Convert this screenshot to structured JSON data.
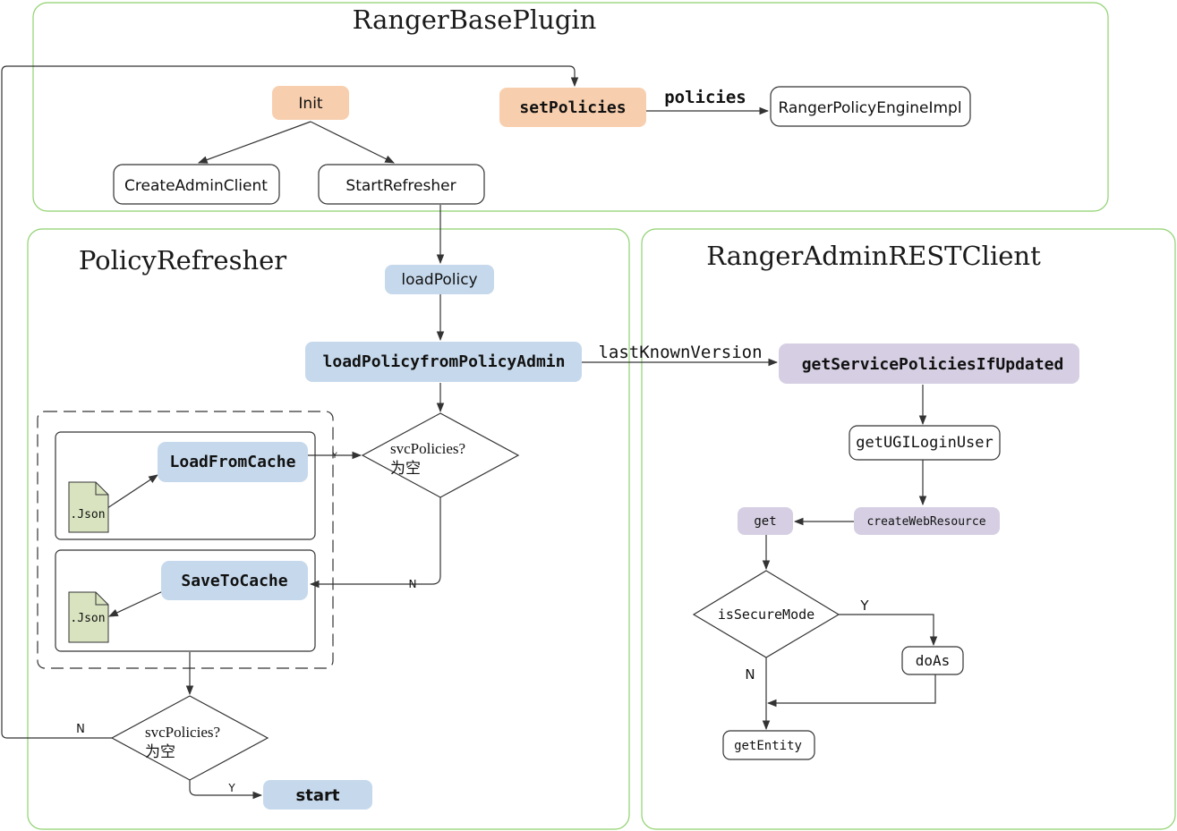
{
  "panels": {
    "base_plugin": "RangerBasePlugin",
    "policy_refresher": "PolicyRefresher",
    "rest_client": "RangerAdminRESTClient"
  },
  "nodes": {
    "init": "Init",
    "set_policies": "setPolicies",
    "engine_impl": "RangerPolicyEngineImpl",
    "create_admin_client": "CreateAdminClient",
    "start_refresher": "StartRefresher",
    "load_policy": "loadPolicy",
    "load_from_admin": "loadPolicyfromPolicyAdmin",
    "get_service_policies": "getServicePoliciesIfUpdated",
    "get_ugi_login_user": "getUGILoginUser",
    "create_web_resource": "createWebResource",
    "get": "get",
    "is_secure_mode": "isSecureMode",
    "do_as": "doAs",
    "get_entity": "getEntity",
    "load_from_cache": "LoadFromCache",
    "save_to_cache": "SaveToCache",
    "json_file_1": ".Json",
    "json_file_2": ".Json",
    "decision_1_line1": "svcPolicies?",
    "decision_1_line2": "为空",
    "decision_2_line1": "svcPolicies?",
    "decision_2_line2": "为空",
    "start": "start"
  },
  "edge_labels": {
    "policies": "policies",
    "last_known_version": "lastKnownVersion",
    "cache_y": "Y",
    "cache_n": "N",
    "secure_y": "Y",
    "secure_n": "N",
    "loop_n": "N",
    "start_y": "Y"
  },
  "colors": {
    "panel_border": "#8fd16e",
    "orange": "#f8cfae",
    "blue": "#c6d9ec",
    "purple": "#d6cfe3",
    "file": "#d9e3c0",
    "stroke": "#333333"
  }
}
